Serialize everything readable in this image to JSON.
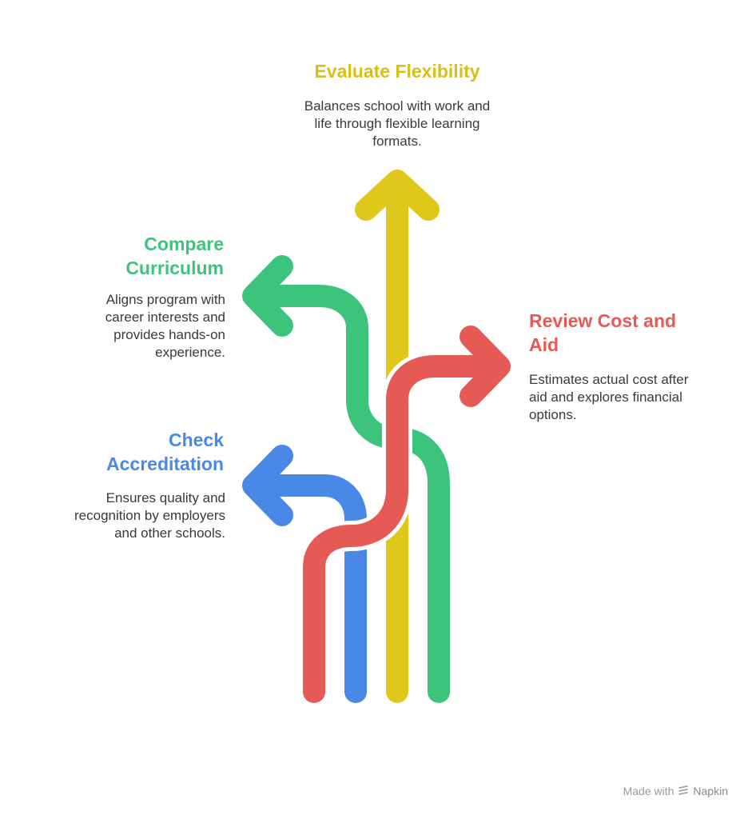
{
  "colors": {
    "flexibility": "#e0c81a",
    "curriculum": "#3cc47c",
    "cost": "#e55a54",
    "accreditation": "#4a88e8"
  },
  "flexibility": {
    "title": "Evaluate Flexibility",
    "description": "Balances school with work and life through flexible learning formats."
  },
  "curriculum": {
    "title": "Compare Curriculum",
    "description": "Aligns program with career interests and provides hands-on experience."
  },
  "cost": {
    "title": "Review Cost and Aid",
    "description": "Estimates actual cost after aid and explores financial options."
  },
  "accreditation": {
    "title": "Check Accreditation",
    "description": "Ensures quality and recognition by employers and other schools."
  },
  "footer": {
    "made_with": "Made with",
    "brand": "Napkin",
    "logo_icon": "napkin-logo-icon"
  }
}
